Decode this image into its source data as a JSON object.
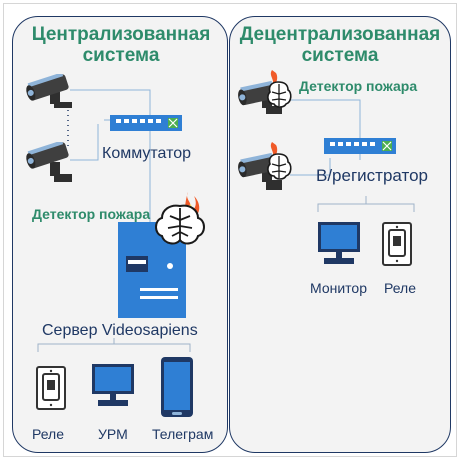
{
  "centralized": {
    "title_line1": "Централизованная",
    "title_line2": "система",
    "switch_label": "Коммутатор",
    "fire_detector_label": "Детектор пожара",
    "server_label": "Сервер Videosapiens",
    "outputs": [
      "Реле",
      "УРМ",
      "Телеграм"
    ]
  },
  "decentralized": {
    "title_line1": "Децентрализованная",
    "title_line2": "система",
    "fire_detector_label": "Детектор пожара",
    "recorder_label": "В/регистратор",
    "outputs": [
      "Монитор",
      "Реле"
    ]
  },
  "colors": {
    "title": "#2e8b6b",
    "panel_border": "#1f3864",
    "device_blue": "#2f7fd4",
    "camera_dark": "#404040",
    "fire": "#f05a28"
  },
  "icons": [
    "camera-icon",
    "switch-icon",
    "brain-fire-icon",
    "server-icon",
    "relay-icon",
    "monitor-icon",
    "phone-icon"
  ]
}
